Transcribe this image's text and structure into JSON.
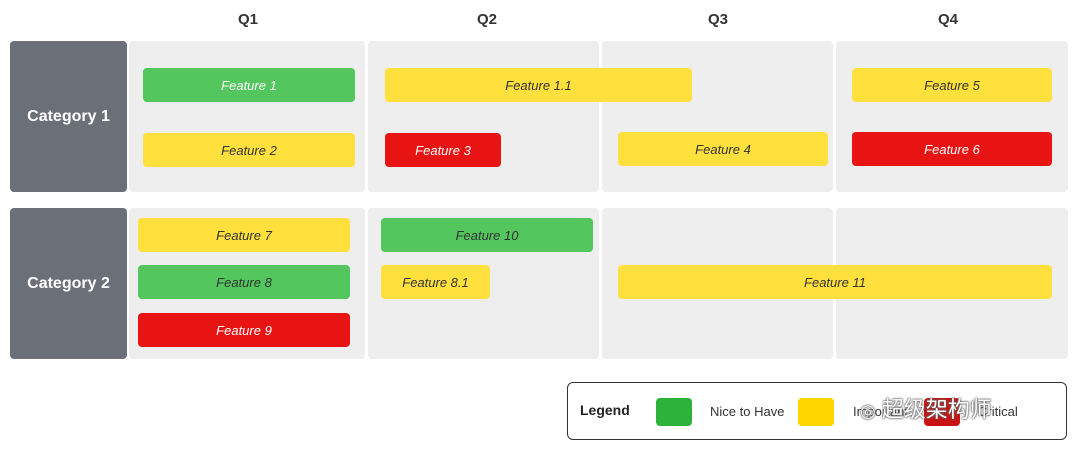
{
  "quarters": [
    "Q1",
    "Q2",
    "Q3",
    "Q4"
  ],
  "categories": [
    "Category 1",
    "Category 2"
  ],
  "features": {
    "f1": "Feature 1",
    "f1_1": "Feature 1.1",
    "f5": "Feature 5",
    "f2": "Feature 2",
    "f3": "Feature 3",
    "f4": "Feature 4",
    "f6": "Feature 6",
    "f7": "Feature 7",
    "f10": "Feature 10",
    "f8": "Feature 8",
    "f8_1": "Feature 8.1",
    "f11": "Feature 11",
    "f9": "Feature 9"
  },
  "legend": {
    "title": "Legend",
    "items": [
      {
        "label": "Nice to Have",
        "color": "#2db23a"
      },
      {
        "label": "Important",
        "color": "#ffd700"
      },
      {
        "label": "Critical",
        "color": "#c81414"
      }
    ]
  },
  "watermark": "超级架构师",
  "colors": {
    "green": "#53c65e",
    "yellow": "#ffe03d",
    "red": "#e81313",
    "category": "#6b6f77",
    "cell": "#eeeeee"
  }
}
